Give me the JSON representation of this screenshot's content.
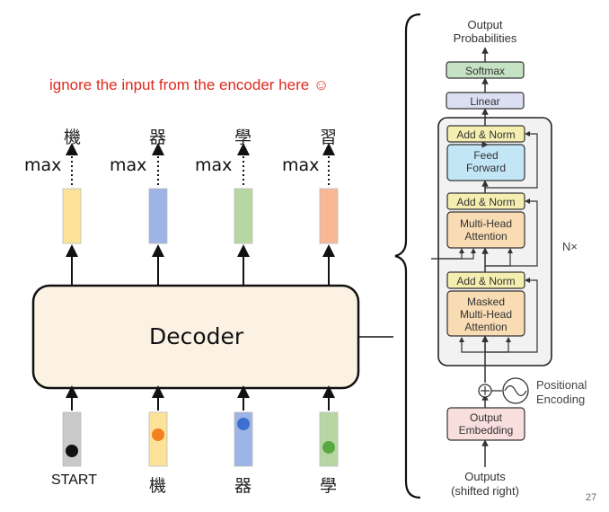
{
  "note": "ignore the input from the encoder here ☺",
  "decoder_label": "Decoder",
  "output_chars": [
    "機",
    "器",
    "學",
    "習"
  ],
  "max_label": "max",
  "input_tokens": [
    "START",
    "機",
    "器",
    "學"
  ],
  "output_bar_colors": [
    "#fde39a",
    "#9db4e6",
    "#b7d7a2",
    "#f8b896"
  ],
  "input_bar_colors": [
    "#c9c9c9",
    "#fde39a",
    "#9db4e6",
    "#b7d7a2"
  ],
  "input_dot_colors": [
    "#111111",
    "#f4801f",
    "#3d6fd0",
    "#5aa843"
  ],
  "transformer": {
    "output_probs": "Output\nProbabilities",
    "softmax": "Softmax",
    "linear": "Linear",
    "add_norm": "Add & Norm",
    "feed_forward": "Feed\nForward",
    "mha": "Multi-Head\nAttention",
    "masked_mha": "Masked\nMulti-Head\nAttention",
    "nx": "N×",
    "positional_encoding": "Positional\nEncoding",
    "output_embedding": "Output\nEmbedding",
    "outputs": "Outputs\n(shifted right)"
  },
  "page_number": "27"
}
